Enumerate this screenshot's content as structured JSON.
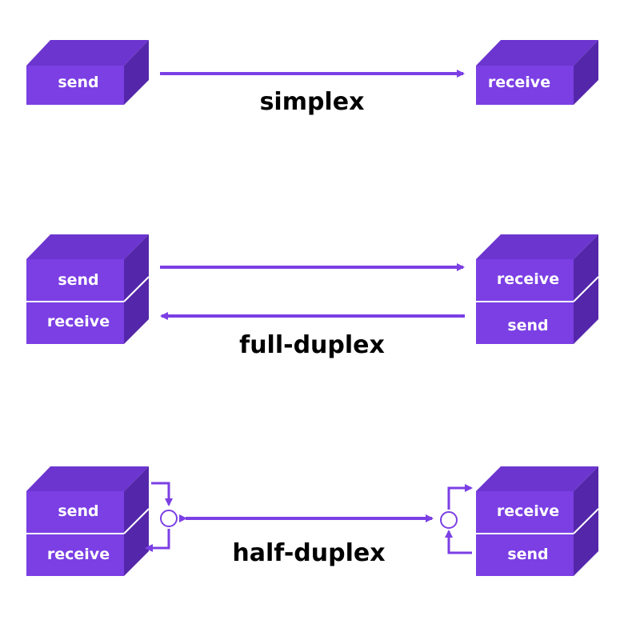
{
  "colors": {
    "box_front": "#7b3fe4",
    "box_top": "#6c35cf",
    "box_side": "#5427aa",
    "arrow": "#7b3fe4",
    "title": "#000000"
  },
  "simplex": {
    "title": "simplex",
    "left": [
      "send"
    ],
    "right": [
      "receive"
    ]
  },
  "full_duplex": {
    "title": "full-duplex",
    "left": [
      "send",
      "receive"
    ],
    "right": [
      "receive",
      "send"
    ]
  },
  "half_duplex": {
    "title": "half-duplex",
    "left": [
      "send",
      "receive"
    ],
    "right": [
      "receive",
      "send"
    ]
  }
}
